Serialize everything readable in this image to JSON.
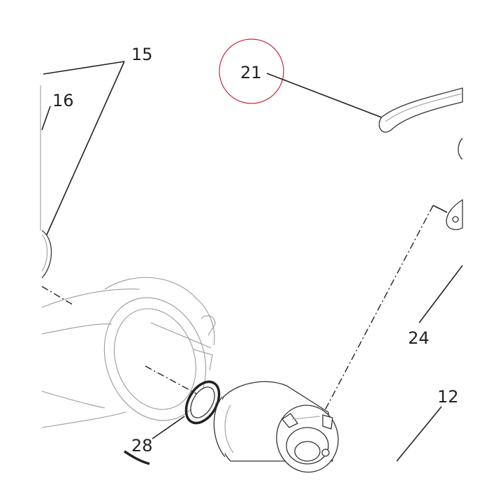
{
  "diagram": {
    "callouts": [
      {
        "id": "15",
        "label": "15"
      },
      {
        "id": "16",
        "label": "16"
      },
      {
        "id": "21",
        "label": "21"
      },
      {
        "id": "24",
        "label": "24"
      },
      {
        "id": "12",
        "label": "12"
      },
      {
        "id": "28",
        "label": "28"
      }
    ],
    "highlight_color": "#c0283c",
    "line_color": "#222222"
  }
}
